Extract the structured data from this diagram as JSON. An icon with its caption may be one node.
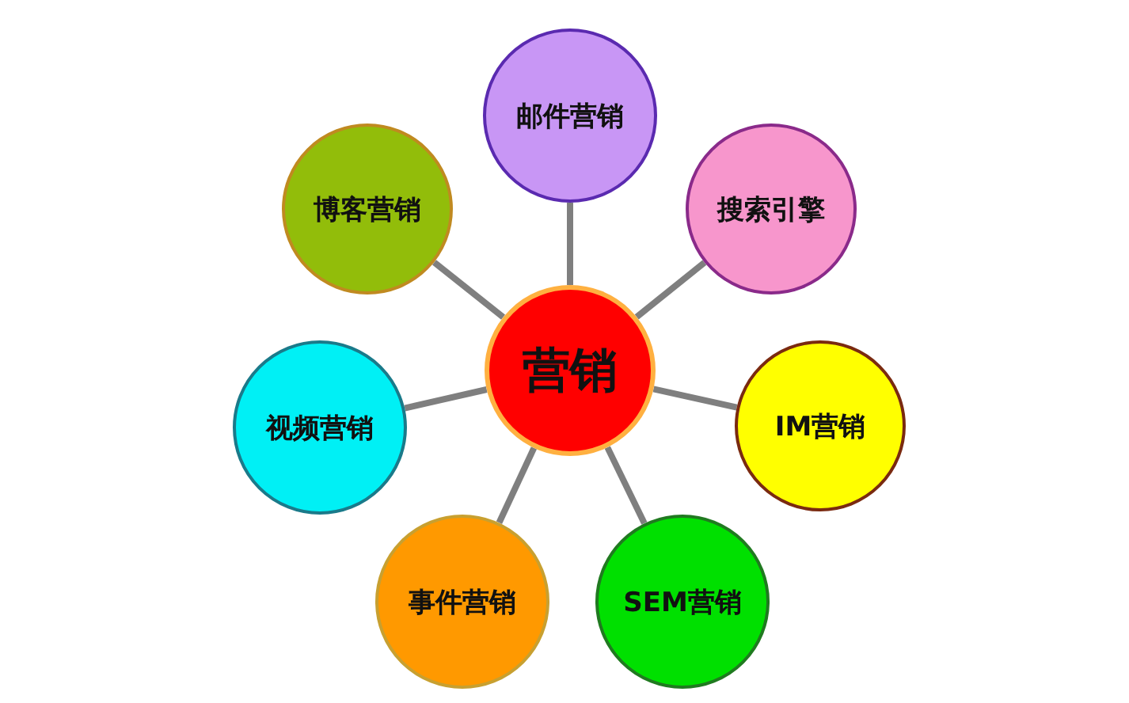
{
  "diagram": {
    "nodes": [
      {
        "text": [
          "邮件营销"
        ]
      },
      {
        "text": [
          "博客营销"
        ]
      },
      {
        "text": [
          "搜索引擎"
        ]
      },
      {
        "text": [
          "营销"
        ]
      },
      {
        "text": [
          "视频营销"
        ]
      },
      {
        "text": [
          "IM营销"
        ]
      },
      {
        "text": [
          "事件营销"
        ]
      },
      {
        "text": [
          "SEM营销"
        ]
      }
    ],
    "edges": [
      {
        "from": 3,
        "to": 0,
        "arrow": "none"
      },
      {
        "from": 3,
        "to": 1,
        "arrow": "none"
      },
      {
        "from": 3,
        "to": 2,
        "arrow": "none"
      },
      {
        "from": 3,
        "to": 4,
        "arrow": "none"
      },
      {
        "from": 3,
        "to": 5,
        "arrow": "none"
      },
      {
        "from": 3,
        "to": 6,
        "arrow": "none"
      },
      {
        "from": 3,
        "to": 7,
        "arrow": "none"
      }
    ]
  }
}
